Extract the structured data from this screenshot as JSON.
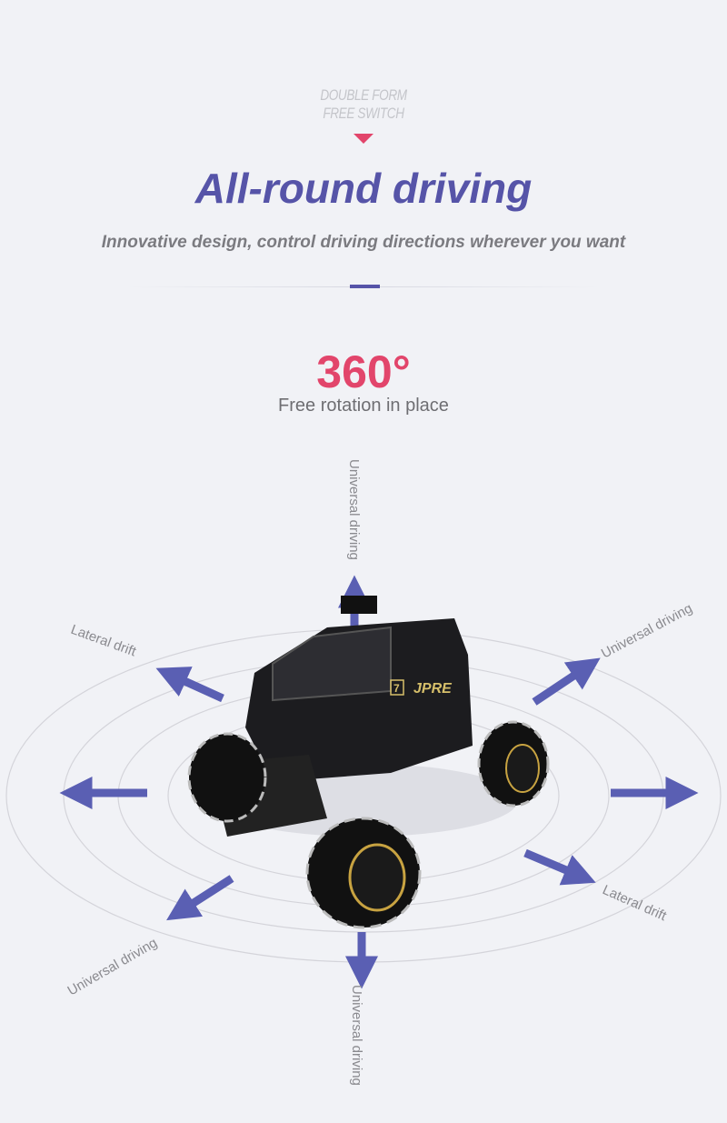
{
  "header": {
    "kicker_line1": "DOUBLE FORM",
    "kicker_line2": "FREE SWITCH",
    "title": "All-round driving",
    "subtitle": "Innovative design, control driving directions wherever you want"
  },
  "rotation": {
    "value": "360°",
    "caption": "Free rotation in place"
  },
  "directions": {
    "top": "Universal driving",
    "upper_right": "Universal driving",
    "upper_left": "Lateral drift",
    "lower_right": "Lateral drift",
    "lower_left": "Universal driving",
    "bottom": "Universal driving"
  },
  "product": {
    "logo_text": "JPRE",
    "badge_number": "7"
  },
  "colors": {
    "accent": "#5654a8",
    "highlight": "#e2456b",
    "arrow": "#5a5fb3",
    "background": "#f1f2f6"
  }
}
